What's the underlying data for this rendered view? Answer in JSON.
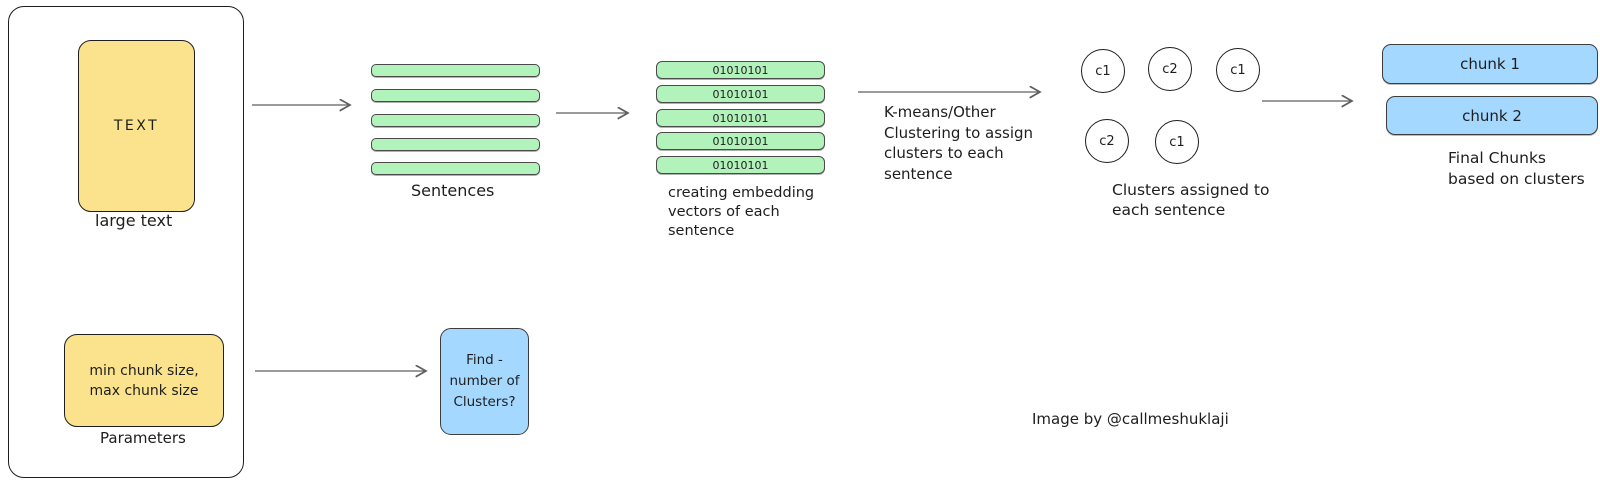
{
  "colors": {
    "yellow": "#FAE38C",
    "green": "#B2F2BB",
    "blue": "#A5D8FF",
    "ink": "#1e1e1e",
    "arrow": "#5f5f5f"
  },
  "panel": {
    "text_box_label": "TEXT",
    "text_box_caption": "large text",
    "params_lines": [
      "min chunk size,",
      "max chunk size"
    ],
    "params_caption": "Parameters"
  },
  "sentences": {
    "label": "Sentences"
  },
  "embeddings": {
    "boxes": [
      "01010101",
      "01010101",
      "01010101",
      "01010101",
      "01010101"
    ],
    "caption": [
      "creating embedding",
      "vectors of each",
      "sentence"
    ]
  },
  "clustering": {
    "annotation": [
      "K-means/Other",
      "Clustering to assign",
      "clusters to each",
      "sentence"
    ]
  },
  "clusters": {
    "circles": [
      "c1",
      "c2",
      "c1",
      "c2",
      "c1"
    ],
    "caption": [
      "Clusters assigned to",
      "each sentence"
    ]
  },
  "chunks": {
    "items": [
      "chunk 1",
      "chunk 2"
    ],
    "caption": [
      "Final Chunks",
      "based on clusters"
    ]
  },
  "find_box": {
    "lines": [
      "Find -",
      "number of",
      "Clusters?"
    ]
  },
  "credit": "Image by @callmeshuklaji"
}
